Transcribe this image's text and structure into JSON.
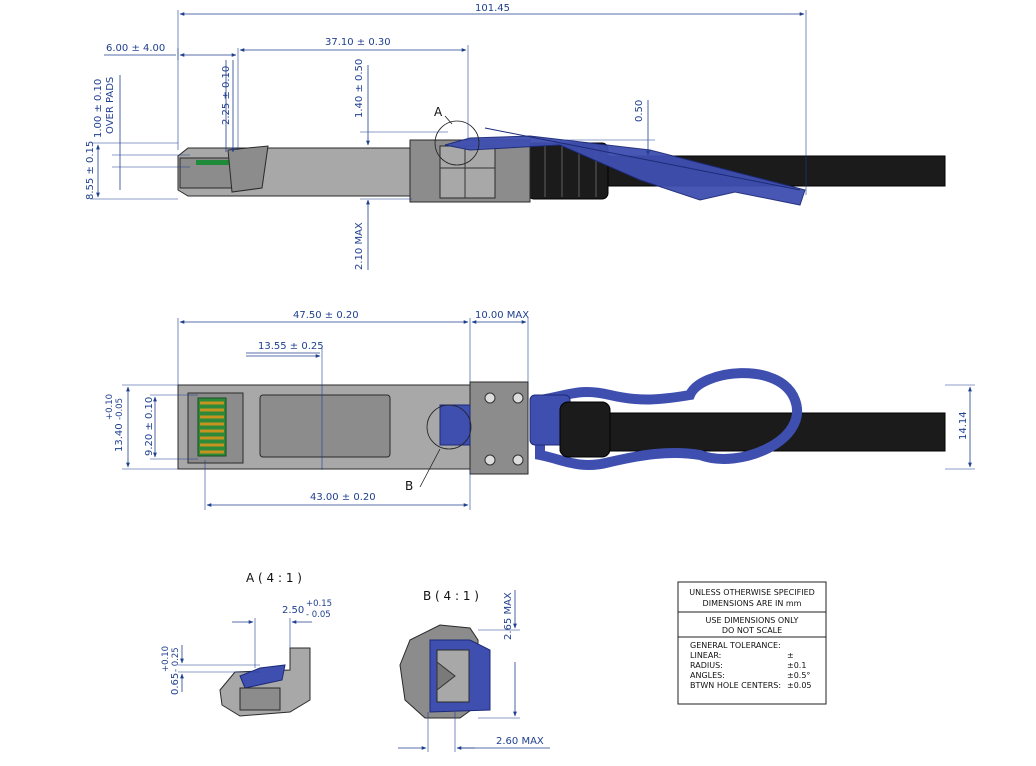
{
  "colors": {
    "dimension": "#1f3f8f",
    "body": "#a8a8a8",
    "cable": "#1b1b1b",
    "pull_tab": "#3f4fb0"
  },
  "side_view": {
    "overall_length": "101.45",
    "dim_6_00": "6.00 ± 4.00",
    "dim_37_10": "37.10 ± 0.30",
    "dim_2_25": "2.25 ± 0.10",
    "dim_1_40": "1.40 ± 0.50",
    "dim_1_00_line1": "1.00 ± 0.10",
    "dim_1_00_line2": "OVER PADS",
    "dim_8_55": "8.55 ± 0.15",
    "dim_2_10": "2.10 MAX",
    "dim_0_50": "0.50",
    "detail_callout": "A"
  },
  "top_view": {
    "dim_47_50": "47.50 ± 0.20",
    "dim_10_00": "10.00 MAX",
    "dim_13_55": "13.55 ± 0.25",
    "dim_13_40_base": "13.40",
    "dim_13_40_plus": "+0.10",
    "dim_13_40_minus": "-0.05",
    "dim_9_20": "9.20 ± 0.10",
    "dim_43_00": "43.00 ± 0.20",
    "dim_14_14": "14.14",
    "detail_callout": "B"
  },
  "detail_a": {
    "title": "A ( 4 : 1 )",
    "dim_2_50_base": "2.50",
    "dim_2_50_plus": "+0.15",
    "dim_2_50_minus": "- 0.05",
    "dim_0_65_base": "0.65",
    "dim_0_65_plus": "+0.10",
    "dim_0_65_minus": "- 0.25"
  },
  "detail_b": {
    "title": "B ( 4 : 1 )",
    "dim_2_65": "2.65 MAX",
    "dim_2_60": "2.60 MAX"
  },
  "title_block": {
    "line1": "UNLESS OTHERWISE SPECIFIED",
    "line2": "DIMENSIONS ARE IN mm",
    "line3": "USE DIMENSIONS ONLY",
    "line4": "DO NOT SCALE",
    "tolerance_heading": "GENERAL TOLERANCE:",
    "rows": [
      {
        "label": "LINEAR:",
        "value": "±"
      },
      {
        "label": "RADIUS:",
        "value": "±0.1"
      },
      {
        "label": "ANGLES:",
        "value": "±0.5°"
      },
      {
        "label": "BTWN HOLE CENTERS:",
        "value": "±0.05"
      }
    ]
  }
}
